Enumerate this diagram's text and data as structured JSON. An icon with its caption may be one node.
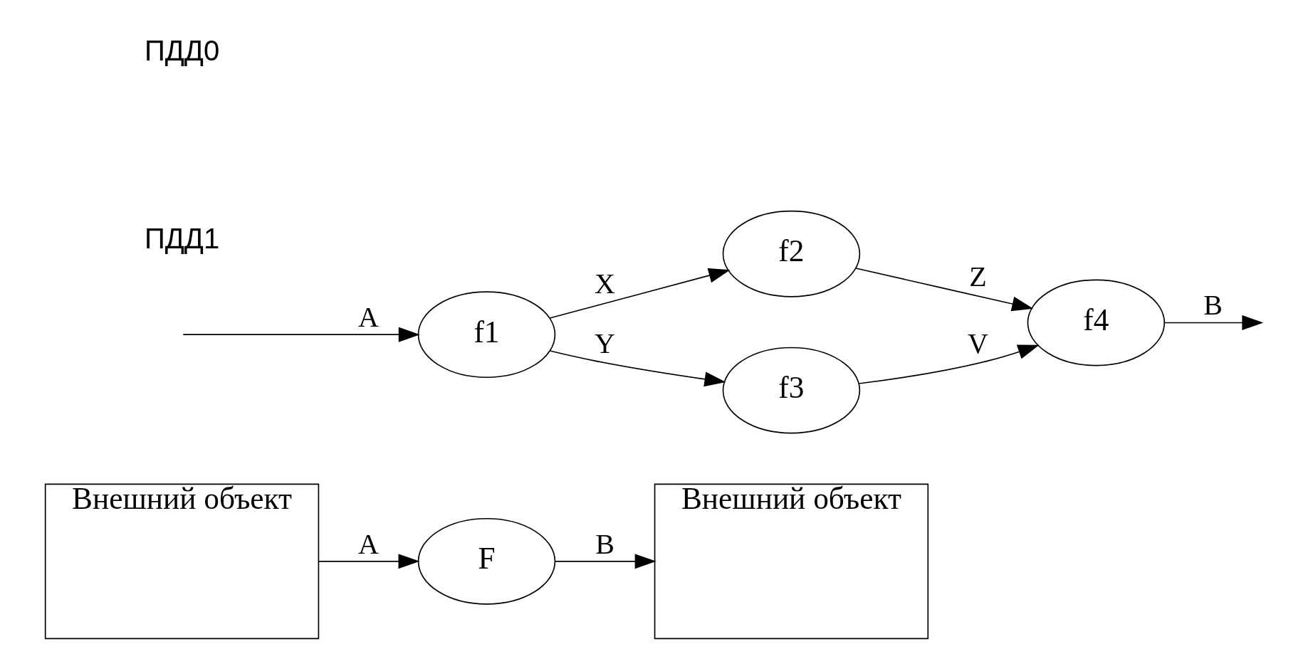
{
  "diagram": {
    "nodes": [
      {
        "text": [
          "Внешний объект"
        ]
      },
      {
        "text": [
          "F"
        ]
      },
      {
        "text": [
          "Внешний объект"
        ]
      },
      {
        "text": [
          "f1"
        ]
      },
      {
        "text": [
          "f2"
        ]
      },
      {
        "text": [
          "f3"
        ]
      },
      {
        "text": [
          "f4"
        ]
      }
    ],
    "edges": [
      {
        "from": 0,
        "to": 1,
        "arrow": "to",
        "label": "A"
      },
      {
        "from": 1,
        "to": 2,
        "arrow": "to",
        "label": "B"
      },
      {
        "from": null,
        "to": 3,
        "arrow": "to",
        "label": "A"
      },
      {
        "from": 3,
        "to": 4,
        "arrow": "to",
        "label": "X"
      },
      {
        "from": 3,
        "to": 5,
        "arrow": "to",
        "label": "Y"
      },
      {
        "from": 4,
        "to": 6,
        "arrow": "to",
        "label": "Z"
      },
      {
        "from": 5,
        "to": 6,
        "arrow": "to",
        "label": "V"
      },
      {
        "from": 6,
        "to": null,
        "arrow": "to",
        "label": "B"
      }
    ],
    "labels": [
      "ПДД0",
      "ПДД1"
    ]
  }
}
